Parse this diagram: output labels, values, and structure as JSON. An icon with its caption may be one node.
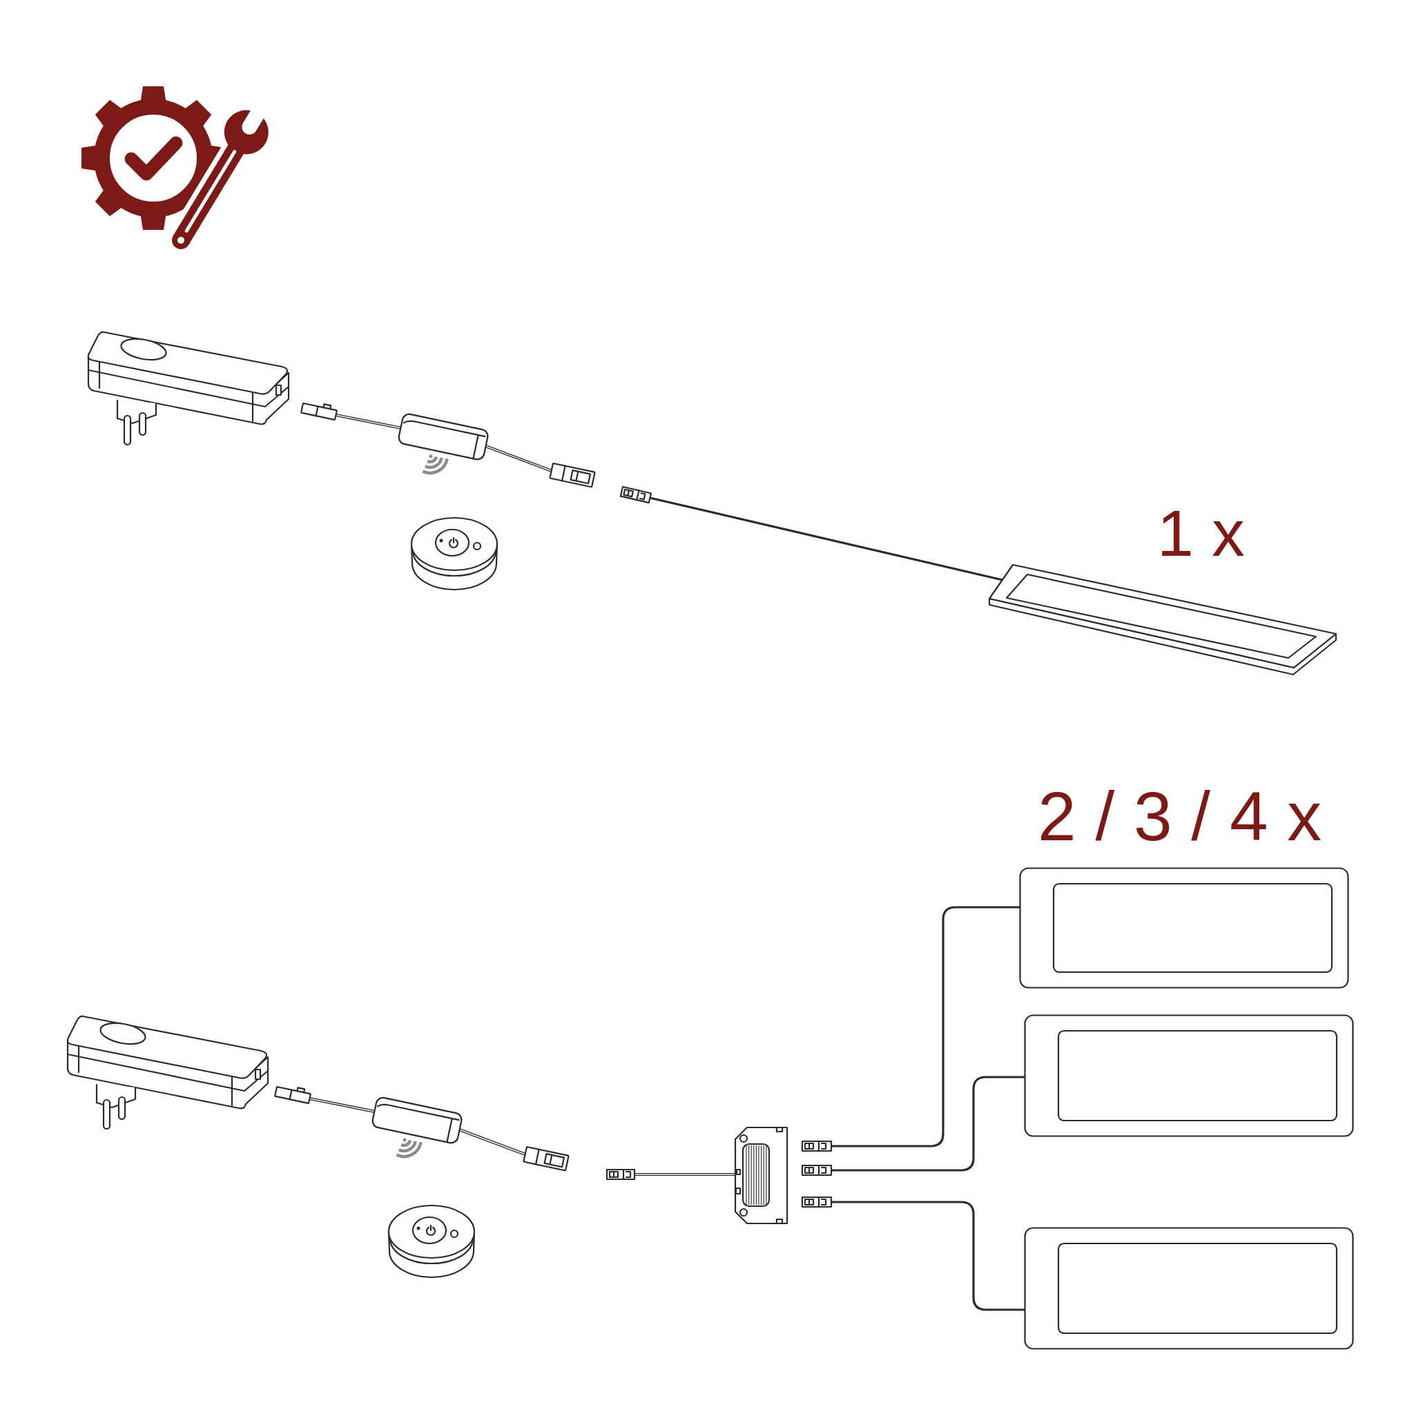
{
  "diagram": {
    "nodes": [
      {
        "text": [],
        "shape": "picture"
      },
      {
        "text": [],
        "shape": "picture"
      },
      {
        "text": [],
        "shape": "picture"
      },
      {
        "text": [],
        "shape": "picture"
      },
      {
        "text": [],
        "shape": "picture"
      },
      {
        "text": [],
        "shape": "picture"
      },
      {
        "text": [],
        "shape": "picture"
      },
      {
        "text": [],
        "shape": "picture"
      },
      {
        "text": [],
        "shape": "picture"
      },
      {
        "text": [],
        "shape": "picture"
      },
      {
        "text": [],
        "shape": "picture"
      },
      {
        "text": [],
        "shape": "picture"
      },
      {
        "text": [],
        "shape": "picture"
      },
      {
        "text": [],
        "shape": "picture"
      },
      {
        "text": [],
        "shape": "picture"
      }
    ],
    "edges": [
      {
        "from": 3,
        "to": 4,
        "arrow": "none"
      },
      {
        "from": 9,
        "to": 12,
        "arrow": "none"
      },
      {
        "from": 10,
        "to": 13,
        "arrow": "none"
      },
      {
        "from": 11,
        "to": 14,
        "arrow": "none"
      }
    ],
    "labels": [
      "1 x",
      "2 / 3 / 4 x"
    ]
  }
}
